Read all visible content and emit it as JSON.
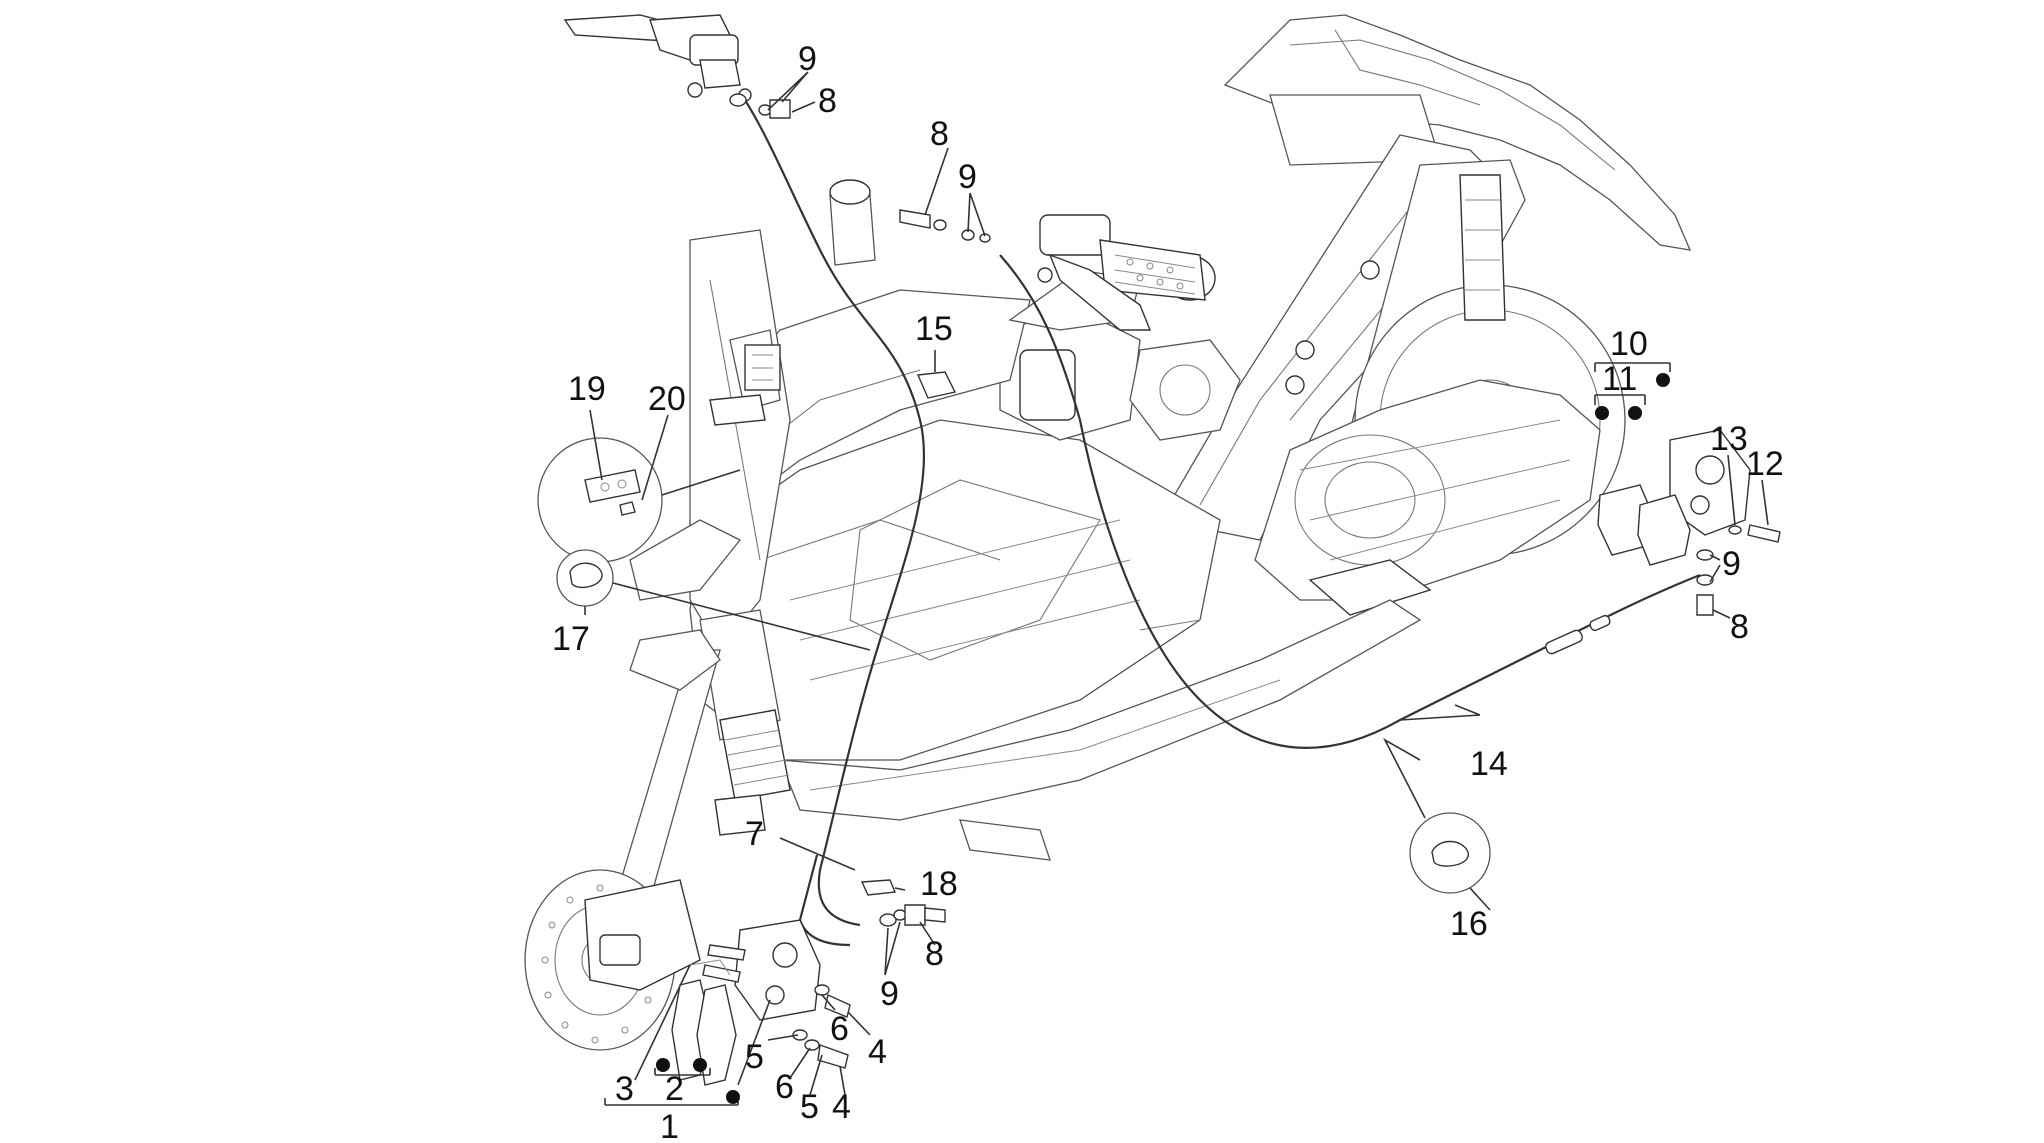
{
  "diagram": {
    "callouts": {
      "c1": "1",
      "c2": "2",
      "c3": "3",
      "c4a": "4",
      "c4b": "4",
      "c5a": "5",
      "c5b": "5",
      "c6a": "6",
      "c6b": "6",
      "c7": "7",
      "c8a": "8",
      "c8b": "8",
      "c8c": "8",
      "c8d": "8",
      "c9a": "9",
      "c9b": "9",
      "c9c": "9",
      "c9d": "9",
      "c10": "10",
      "c11": "11",
      "c12": "12",
      "c13": "13",
      "c14": "14",
      "c15": "15",
      "c16": "16",
      "c17": "17",
      "c18": "18",
      "c19": "19",
      "c20": "20"
    },
    "colors": {
      "line": "#333333",
      "text": "#111111",
      "background": "#ffffff"
    }
  }
}
